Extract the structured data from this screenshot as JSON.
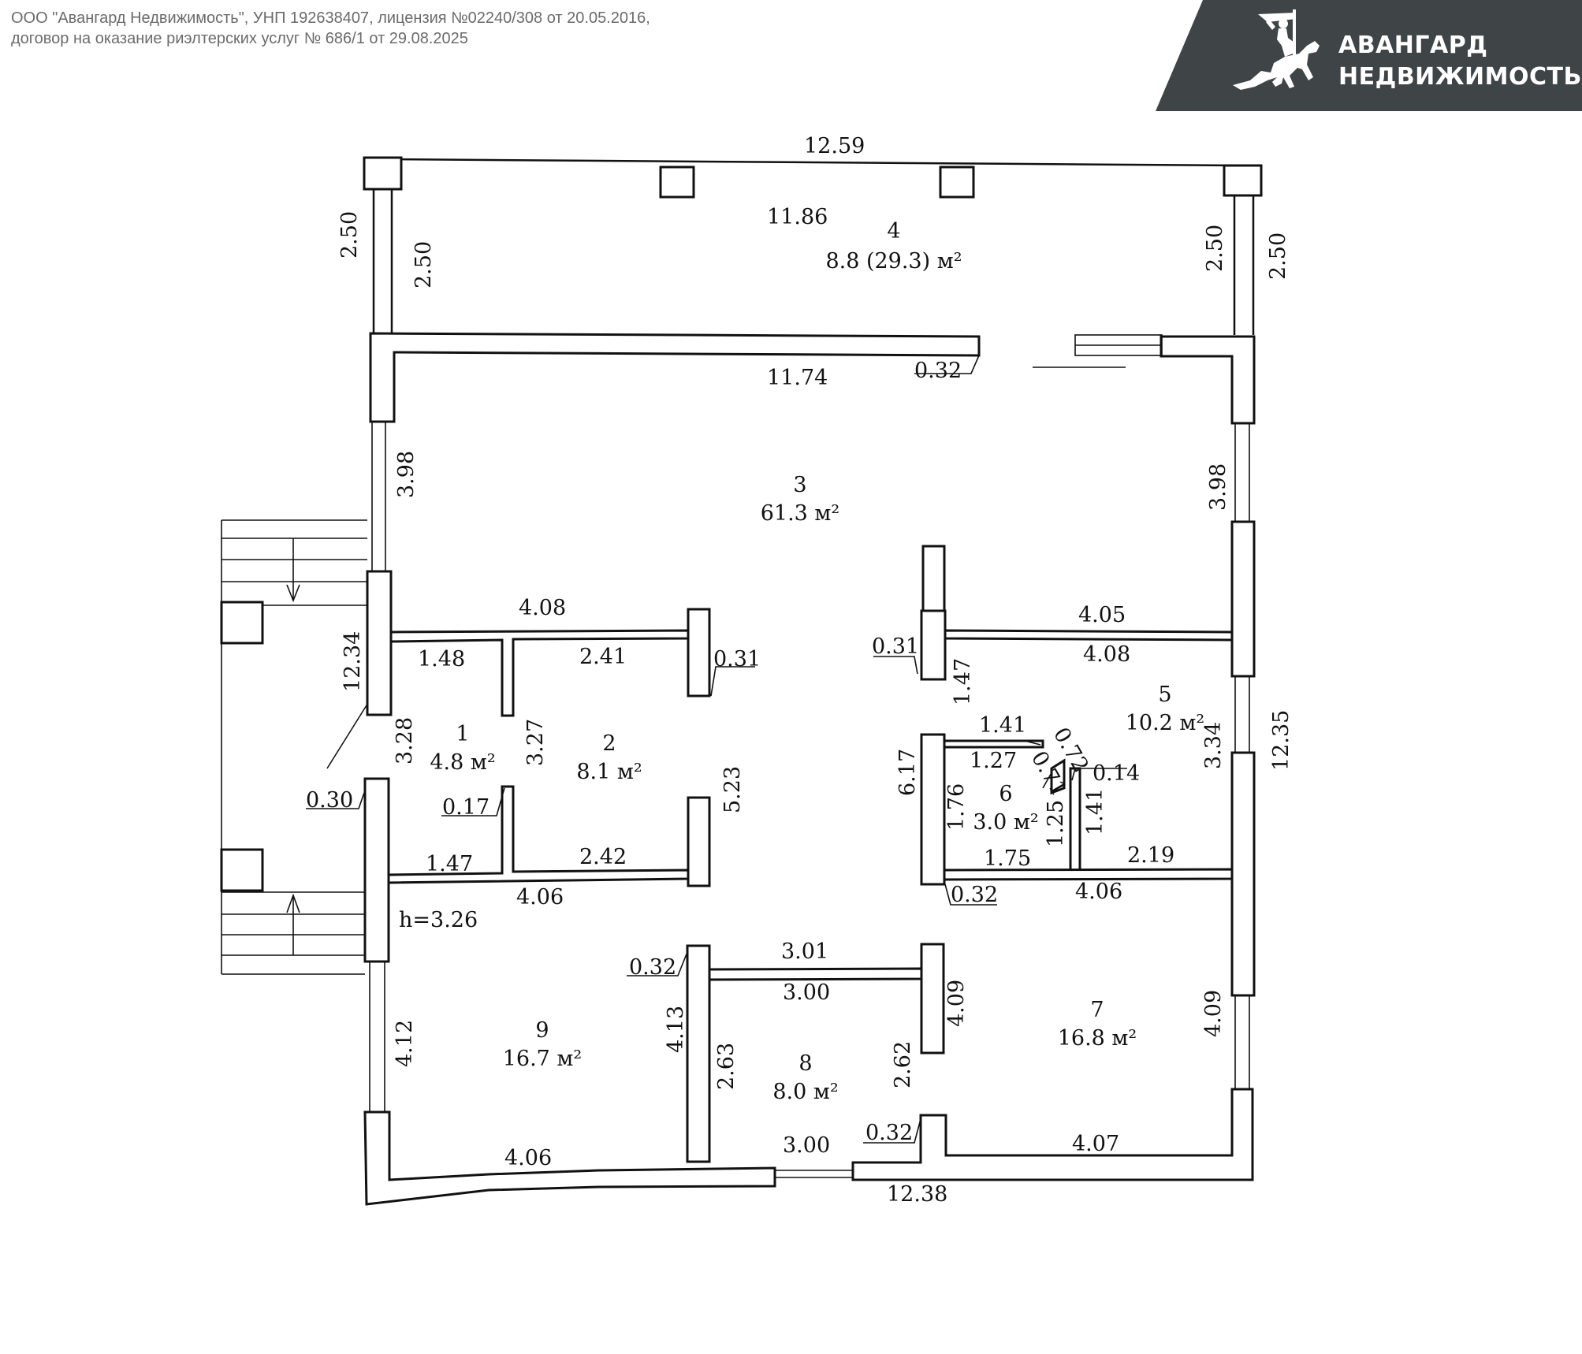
{
  "header": {
    "legal_line1": "ООО \"Авангард Недвижимость\", УНП 192638407, лицензия №02240/308 от 20.05.2016,",
    "legal_line2": "договор на оказание риэлтерских услуг № 686/1 от 29.08.2025"
  },
  "brand": {
    "name_line1": "АВАНГАРД",
    "name_line2": "НЕДВИЖИМОСТЬ",
    "logo_icon": "knight-on-horse-icon",
    "background_color": "#3f4447"
  },
  "rooms": [
    {
      "number": "1",
      "area": "4.8 м²"
    },
    {
      "number": "2",
      "area": "8.1 м²"
    },
    {
      "number": "3",
      "area": "61.3 м²"
    },
    {
      "number": "4",
      "area": "8.8 (29.3) м²"
    },
    {
      "number": "5",
      "area": "10.2 м²"
    },
    {
      "number": "6",
      "area": "3.0 м²"
    },
    {
      "number": "7",
      "area": "16.8 м²"
    },
    {
      "number": "8",
      "area": "8.0 м²"
    },
    {
      "number": "9",
      "area": "16.7 м²"
    }
  ],
  "dimensions": {
    "top_total": "12.59",
    "terrace_inner": "11.86",
    "terrace_left_outer": "2.50",
    "terrace_left_inner": "2.50",
    "terrace_right_inner": "2.50",
    "terrace_right_outer": "2.50",
    "hall_top": "11.74",
    "hall_wall": "0.32",
    "left_window_top": "3.98",
    "right_window_top": "3.98",
    "left_total": "12.34",
    "right_total": "12.35",
    "r1r2_top": "4.08",
    "r1_top": "1.48",
    "r2_top": "2.41",
    "r2_wall": "0.31",
    "r1_height": "3.28",
    "r1_r2_partition": "3.27",
    "r2_height": "5.23",
    "left_wall": "0.30",
    "partition_thickness": "0.17",
    "r1_bottom": "1.47",
    "r2_bottom": "2.42",
    "r9_top": "4.06",
    "ceiling_height": "h=3.26",
    "r5_top_outer": "4.05",
    "r5_top_inner": "4.08",
    "r5_wall": "0.31",
    "r5_stub": "1.47",
    "r6_top": "1.41",
    "r6_inner_top": "1.27",
    "r6_door_a": "0.72",
    "r6_door_b": "0.71",
    "r6_door_wall": "0.14",
    "r6_left": "1.76",
    "r6_partition": "1.25",
    "r6_right": "1.41",
    "r6_bottom": "1.75",
    "r5_bottom": "2.19",
    "r56_block": "6.17",
    "r5_right": "3.34",
    "r7_wall": "0.32",
    "r7_top": "4.06",
    "r8_top_outer": "3.01",
    "r8_top_inner": "3.00",
    "r8_wall": "0.32",
    "r9_right": "4.13",
    "r8_left": "2.63",
    "r8_right": "2.62",
    "r7_left": "4.09",
    "r7_right": "4.09",
    "r9_left": "4.12",
    "r9_bottom": "4.06",
    "r8_bottom": "3.00",
    "r7_bottom_wall": "0.32",
    "r7_bottom": "4.07",
    "bottom_total": "12.38"
  }
}
